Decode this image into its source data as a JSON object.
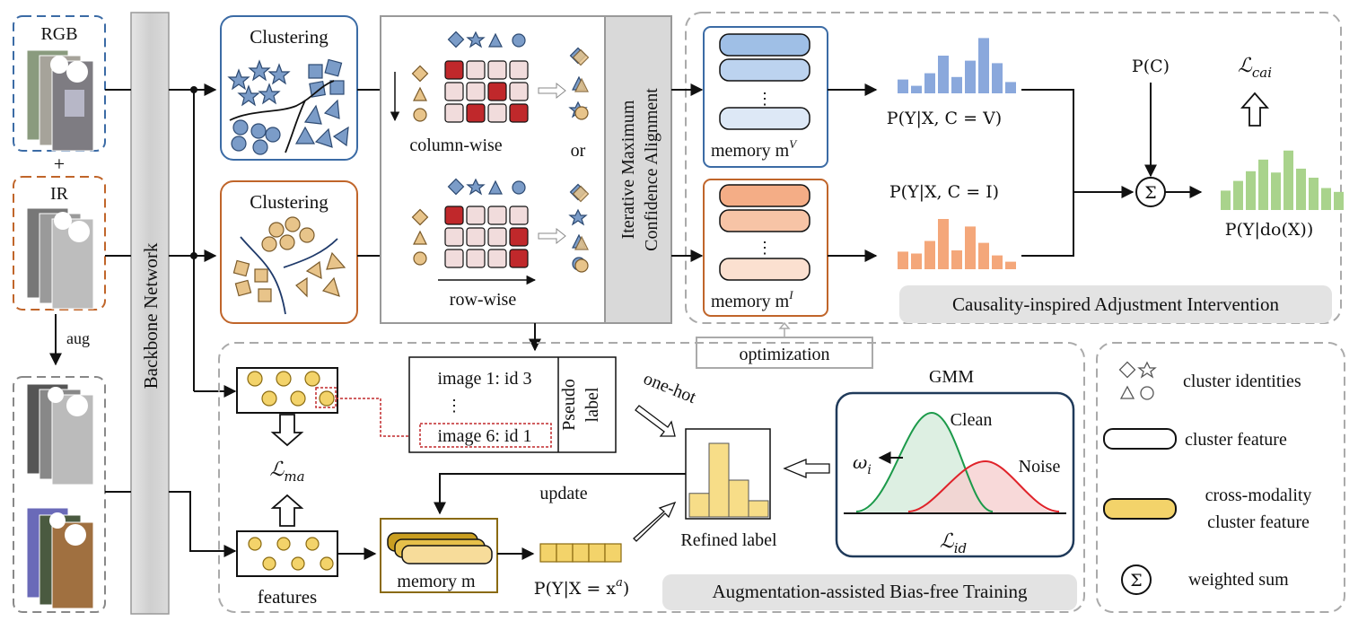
{
  "inputs": {
    "rgb_label": "RGB",
    "plus_1": "+",
    "ir_label": "IR",
    "aug_label": "aug",
    "plus_2": "+"
  },
  "backbone": {
    "label": "Backbone Network"
  },
  "clustering": {
    "rgb_title": "Clustering",
    "ir_title": "Clustering"
  },
  "alignment": {
    "column_label": "column-wise",
    "or_label": "or",
    "row_label": "row-wise",
    "module_label_1": "Iterative Maximum",
    "module_label_2": "Confidence Alignment"
  },
  "cai": {
    "memory_v_label": "memory m",
    "memory_v_sup": "V",
    "memory_i_label": "memory m",
    "memory_i_sup": "I",
    "dots": "⋮",
    "pv_label": "P(Y|X, C = V)",
    "pi_label": "P(Y|X, C = I)",
    "pc_label": "P(C)",
    "loss_label": "ℒ",
    "loss_sub": "cai",
    "sum_symbol": "Σ",
    "pdo_label": "P(Y|do(X))",
    "title": "Causality-inspired Adjustment Intervention",
    "optimization_label": "optimization",
    "v_hist": [
      0.22,
      0.12,
      0.32,
      0.6,
      0.26,
      0.52,
      0.88,
      0.48,
      0.18
    ],
    "i_hist": [
      0.28,
      0.25,
      0.45,
      0.8,
      0.3,
      0.68,
      0.42,
      0.22,
      0.12
    ],
    "do_hist": [
      0.3,
      0.45,
      0.6,
      0.78,
      0.58,
      0.92,
      0.64,
      0.5,
      0.34,
      0.28
    ]
  },
  "abt": {
    "pseudo_row_1": "image 1: id 3",
    "pseudo_dots": "⋮",
    "pseudo_row_2": "image 6: id 1",
    "pseudo_label_1": "Pseudo",
    "pseudo_label_2": "label",
    "one_hot_label": "one-hot",
    "lma_label": "ℒ",
    "lma_sub": "ma",
    "update_label": "update",
    "features_label": "features",
    "memory_m_label": "memory m",
    "pxa_label": "P(Y|X = x",
    "pxa_sup": "a",
    "pxa_close": ")",
    "refined_label": "Refined label",
    "refined_bars": [
      0.32,
      1.0,
      0.5,
      0.22
    ],
    "gmm_title": "GMM",
    "clean_label": "Clean",
    "noise_label": "Noise",
    "omega_label": "ω",
    "omega_sub": "i",
    "lid_label": "ℒ",
    "lid_sub": "id",
    "title": "Augmentation-assisted Bias-free Training"
  },
  "legend": {
    "cluster_identities": "cluster identities",
    "cluster_feature": "cluster feature",
    "cross_modality_1": "cross-modality",
    "cross_modality_2": "cluster feature",
    "sum_symbol": "Σ",
    "weighted_sum": "weighted sum"
  },
  "colors": {
    "blue_border": "#3b6ba5",
    "orange_border": "#c0652a",
    "shape_blue": "#7b9cc8",
    "shape_tan": "#e8c48a",
    "dark_red": "#c0282b",
    "light_pink": "#f1dcdc",
    "hist_blue": "#8aa8dc",
    "hist_orange": "#f4a77a",
    "hist_green": "#a9d38c",
    "gold": "#f3d36a",
    "clean_green": "#1c9a4a",
    "noise_red": "#e0232a"
  }
}
